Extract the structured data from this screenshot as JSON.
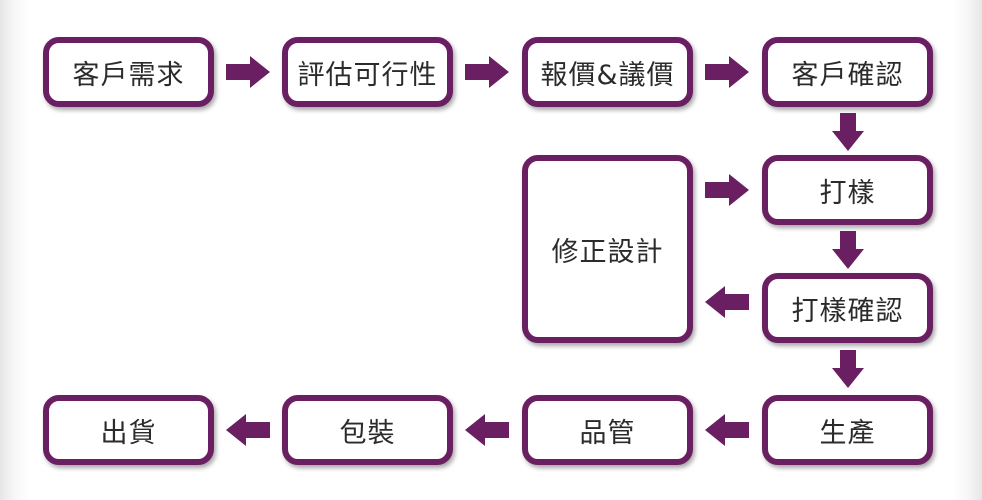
{
  "colors": {
    "accent": "#6a1f63",
    "box_fill": "#ffffff",
    "text": "#2b2b2b"
  },
  "nodes": {
    "customer_request": "客戶需求",
    "feasibility": "評估可行性",
    "quote": "報價&議價",
    "customer_confirm": "客戶確認",
    "sample": "打樣",
    "sample_confirm": "打樣確認",
    "revise_design": "修正設計",
    "production": "生產",
    "quality_control": "品管",
    "packaging": "包裝",
    "shipping": "出貨"
  },
  "arrows": [
    {
      "from": "customer_request",
      "to": "feasibility",
      "direction": "right"
    },
    {
      "from": "feasibility",
      "to": "quote",
      "direction": "right"
    },
    {
      "from": "quote",
      "to": "customer_confirm",
      "direction": "right"
    },
    {
      "from": "customer_confirm",
      "to": "sample",
      "direction": "down"
    },
    {
      "from": "sample",
      "to": "sample_confirm",
      "direction": "down"
    },
    {
      "from": "sample_confirm",
      "to": "revise_design",
      "direction": "left"
    },
    {
      "from": "revise_design",
      "to": "sample",
      "direction": "right"
    },
    {
      "from": "sample_confirm",
      "to": "production",
      "direction": "down"
    },
    {
      "from": "production",
      "to": "quality_control",
      "direction": "left"
    },
    {
      "from": "quality_control",
      "to": "packaging",
      "direction": "left"
    },
    {
      "from": "packaging",
      "to": "shipping",
      "direction": "left"
    }
  ]
}
